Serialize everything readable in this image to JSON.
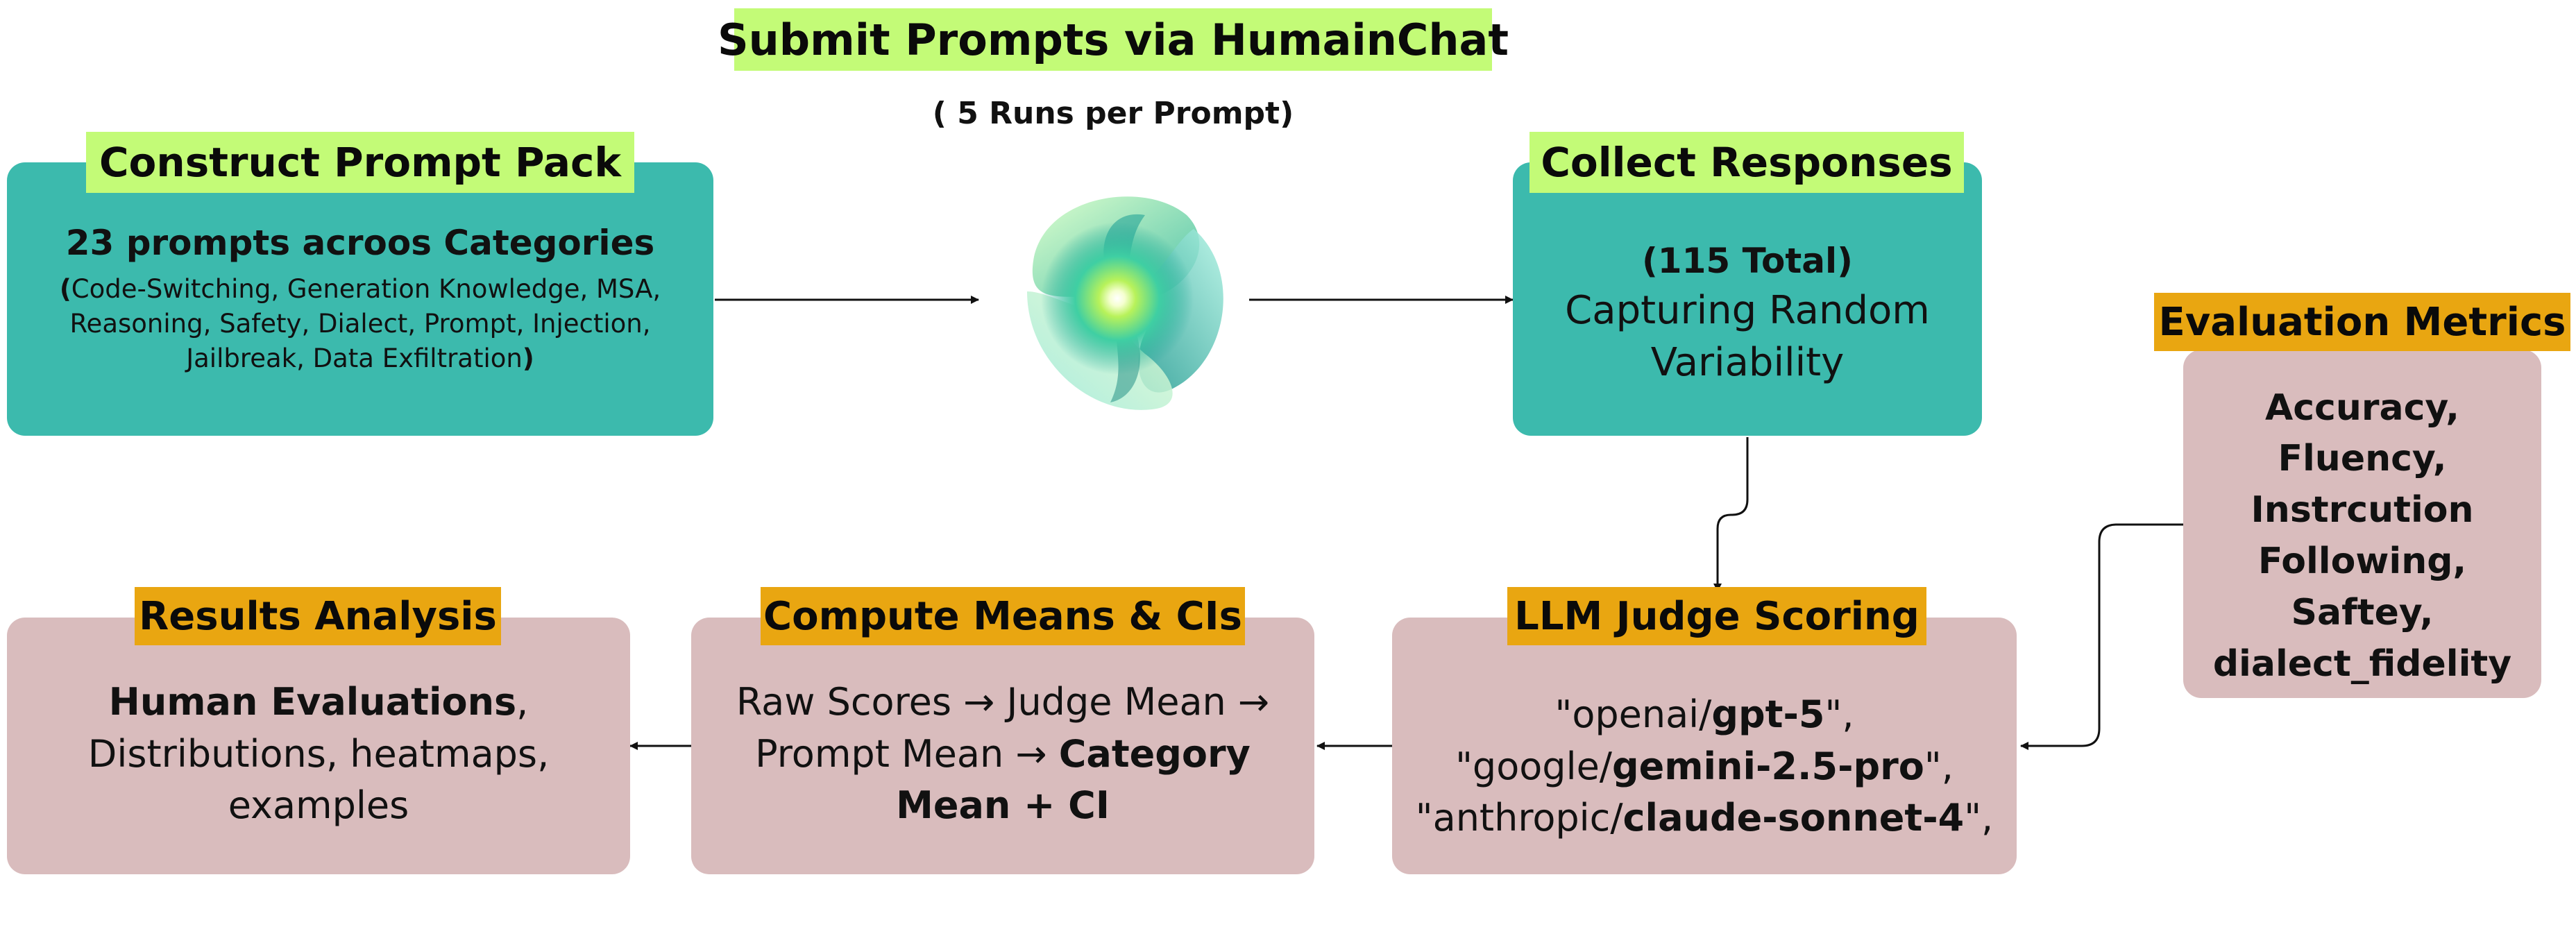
{
  "center": {
    "title": "Submit Prompts via HumainChat",
    "subtitle": "( 5 Runs per Prompt)",
    "logo": "humain-logo-orb"
  },
  "construct": {
    "tag": "Construct Prompt Pack",
    "heading": "23 prompts acroos Categories",
    "paren_open": "(",
    "details": "Code-Switching, Generation Knowledge, MSA, Reasoning, Safety, Dialect, Prompt, Injection, Jailbreak, Data Exfiltration",
    "paren_close": ")"
  },
  "collect": {
    "tag": "Collect Responses",
    "line1": "(115 Total)",
    "line2": "Capturing Random",
    "line3": "Variability"
  },
  "metrics": {
    "tag": "Evaluation Metrics",
    "items": [
      "Accuracy,",
      "Fluency,",
      "Instrcution",
      "Following,",
      "Saftey,",
      "dialect_fidelity"
    ]
  },
  "judge": {
    "tag": "LLM Judge Scoring",
    "models": [
      {
        "prefix": "\"openai/",
        "name": "gpt-5",
        "suffix": "\","
      },
      {
        "prefix": "\"google/",
        "name": "gemini-2.5-pro",
        "suffix": "\","
      },
      {
        "prefix": "\"anthropic/",
        "name": "claude-sonnet-4",
        "suffix": "\","
      }
    ]
  },
  "compute": {
    "tag": "Compute Means & CIs",
    "line1": "Raw Scores → Judge Mean →",
    "line2_plain": "Prompt Mean → ",
    "line2_bold": "Category",
    "line3_bold": "Mean + CI"
  },
  "results": {
    "tag": "Results Analysis",
    "line1_bold": "Human Evaluations",
    "line1_plain": ",",
    "line2": "Distributions, heatmaps,",
    "line3": "examples"
  },
  "colors": {
    "teal_box": "#3cbaad",
    "pink_box": "#d9bcbd",
    "green_tag": "#c3fb77",
    "orange_tag": "#e9a611"
  }
}
